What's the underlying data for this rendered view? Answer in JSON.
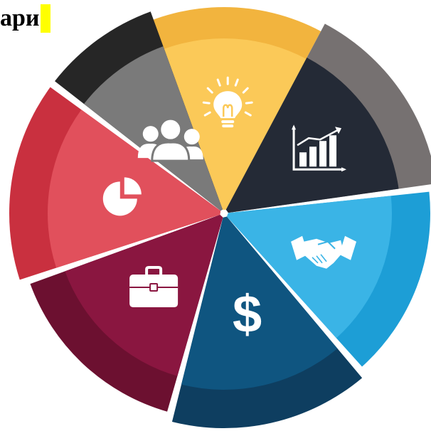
{
  "header": {
    "title": "ари"
  },
  "segments": [
    {
      "name": "segment-idea",
      "icon": "lightbulb-icon",
      "outer_color": "#f2b43e",
      "inner_color": "#fbc958"
    },
    {
      "name": "segment-growth",
      "icon": "bar-chart-growth-icon",
      "outer_color": "#767171",
      "inner_color": "#242a36"
    },
    {
      "name": "segment-partnership",
      "icon": "handshake-icon",
      "outer_color": "#1d9ed6",
      "inner_color": "#3ab4e6"
    },
    {
      "name": "segment-finance",
      "icon": "dollar-icon",
      "outer_color": "#0e3e60",
      "inner_color": "#0f5580"
    },
    {
      "name": "segment-business",
      "icon": "briefcase-icon",
      "outer_color": "#6c1030",
      "inner_color": "#8a1640"
    },
    {
      "name": "segment-analytics",
      "icon": "pie-chart-icon",
      "outer_color": "#c9303f",
      "inner_color": "#e1505c"
    },
    {
      "name": "segment-team",
      "icon": "team-icon",
      "outer_color": "#262626",
      "inner_color": "#7a7a7a"
    }
  ]
}
